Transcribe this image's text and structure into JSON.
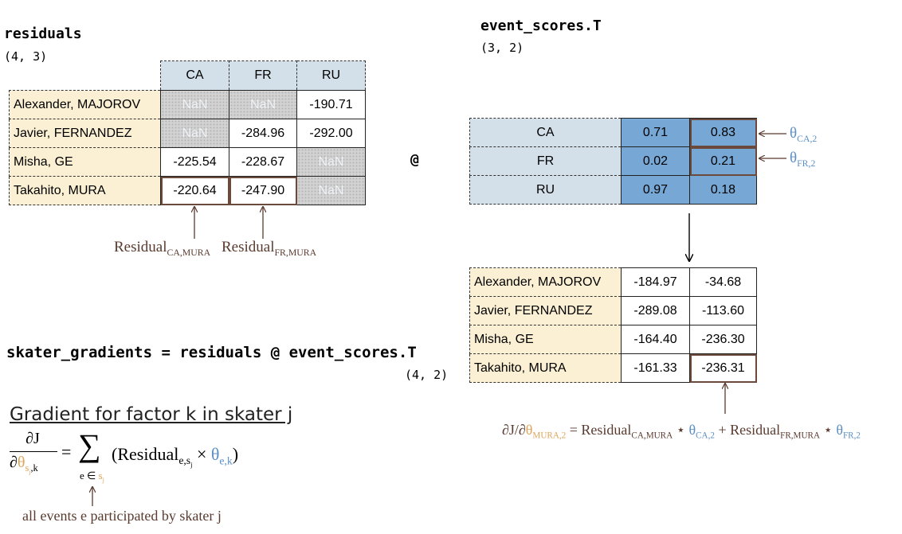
{
  "residuals": {
    "title": "residuals",
    "shape": "(4, 3)",
    "columns": [
      "CA",
      "FR",
      "RU"
    ],
    "rows": [
      {
        "label": "Alexander, MAJOROV",
        "cells": [
          "NaN",
          "NaN",
          "-190.71"
        ]
      },
      {
        "label": "Javier, FERNANDEZ",
        "cells": [
          "NaN",
          "-284.96",
          "-292.00"
        ]
      },
      {
        "label": "Misha, GE",
        "cells": [
          "-225.54",
          "-228.67",
          "NaN"
        ]
      },
      {
        "label": "Takahito, MURA",
        "cells": [
          "-220.64",
          "-247.90",
          "NaN"
        ]
      }
    ]
  },
  "event_scores_T": {
    "title": "event_scores.T",
    "shape": "(3, 2)",
    "rows": [
      {
        "label": "CA",
        "cells": [
          "0.71",
          "0.83"
        ]
      },
      {
        "label": "FR",
        "cells": [
          "0.02",
          "0.21"
        ]
      },
      {
        "label": "RU",
        "cells": [
          "0.97",
          "0.18"
        ]
      }
    ]
  },
  "operator": "@",
  "result": {
    "rows": [
      {
        "label": "Alexander, MAJOROV",
        "cells": [
          "-184.97",
          "-34.68"
        ]
      },
      {
        "label": "Javier, FERNANDEZ",
        "cells": [
          "-289.08",
          "-113.60"
        ]
      },
      {
        "label": "Misha, GE",
        "cells": [
          "-164.40",
          "-236.30"
        ]
      },
      {
        "label": "Takahito, MURA",
        "cells": [
          "-161.33",
          "-236.31"
        ]
      }
    ]
  },
  "equation": {
    "text": "skater_gradients = residuals @ event_scores.T",
    "shape": "(4, 2)"
  },
  "annotations": {
    "residual_word": "Residual",
    "sub_ca_mura": "CA,MURA",
    "sub_fr_mura": "FR,MURA",
    "theta": "θ",
    "sub_ca2": "CA,2",
    "sub_fr2": "FR,2",
    "grad_prefix": "∂J/∂",
    "sub_mura2": "MURA,2",
    "eq": "=",
    "star": "⋆",
    "plus": "+"
  },
  "gradient_formula": {
    "heading": "Gradient for factor k in skater j",
    "numerator": "∂J",
    "denominator_prefix": "∂",
    "theta": "θ",
    "sub_s": "s",
    "sub_j": "j",
    "sub_k": ",k",
    "equals": "=",
    "sigma": "∑",
    "sum_sub": "e ∈",
    "open": "(Residual",
    "res_sub": "e,s",
    "times": "×",
    "theta_sub": "e,k",
    "close": ")",
    "note": "all events e participated by skater j"
  },
  "colors": {
    "header_bg": "#d3e0ea",
    "label_bg": "#fbf0d3",
    "blue_cell": "#77a7d4",
    "highlight": "#6b4a3c",
    "theta_blue": "#5b8fc5",
    "orange": "#e0a55a"
  }
}
